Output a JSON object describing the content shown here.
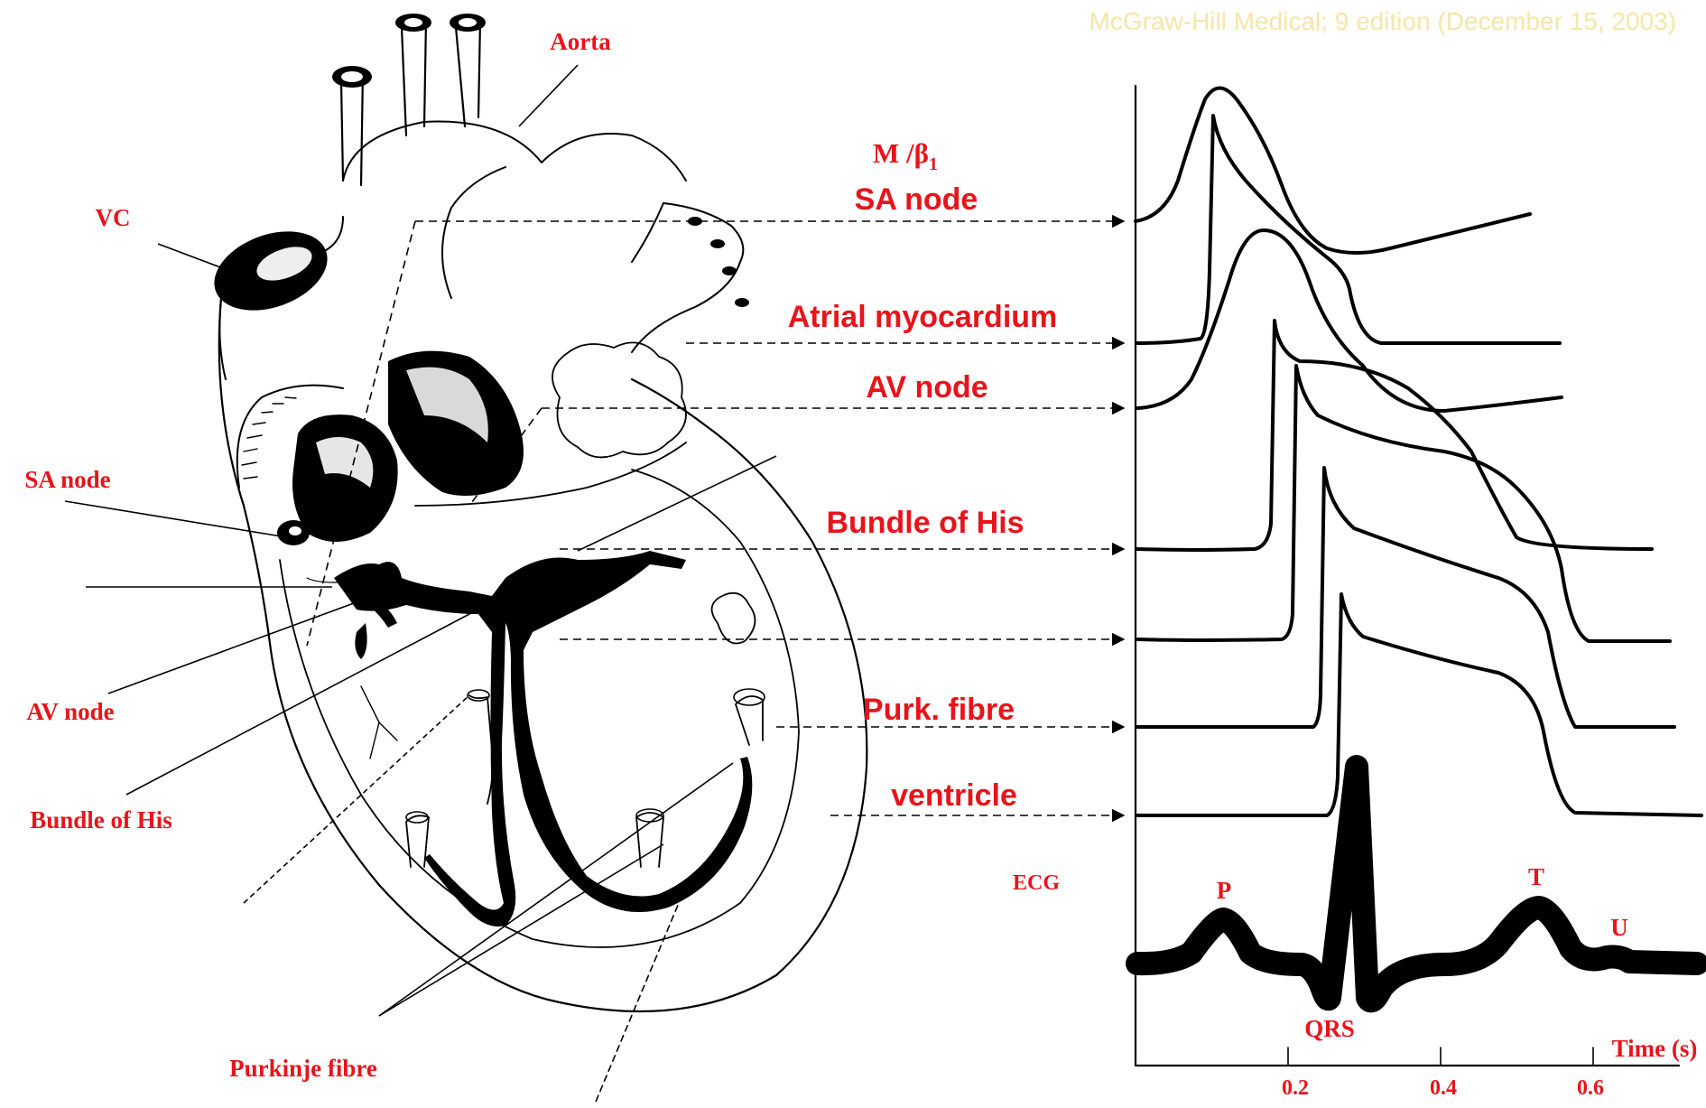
{
  "credit": "McGraw-Hill Medical; 9 edition (December 15, 2003)",
  "heart_labels": {
    "aorta": "Aorta",
    "vc": "VC",
    "sa_node": "SA node",
    "av_node": "AV node",
    "bundle_of_his": "Bundle of His",
    "purkinje_fibre": "Purkinje fibre"
  },
  "receptor": {
    "base": "M /β",
    "subscript": "1"
  },
  "trace_labels": {
    "sa_node": "SA node",
    "atrial": "Atrial myocardium",
    "av_node": "AV node",
    "his": "Bundle of His",
    "purkinje": "Purk. fibre",
    "ventricle": "ventricle"
  },
  "ecg": {
    "label": "ECG",
    "waves": {
      "p": "P",
      "qrs": "QRS",
      "t": "T",
      "u": "U"
    }
  },
  "axis": {
    "label": "Time (s)",
    "ticks": [
      "0.2",
      "0.4",
      "0.6"
    ]
  },
  "colors": {
    "label": "#e8141b",
    "ink": "#000000",
    "credit": "#f5e6a8"
  }
}
